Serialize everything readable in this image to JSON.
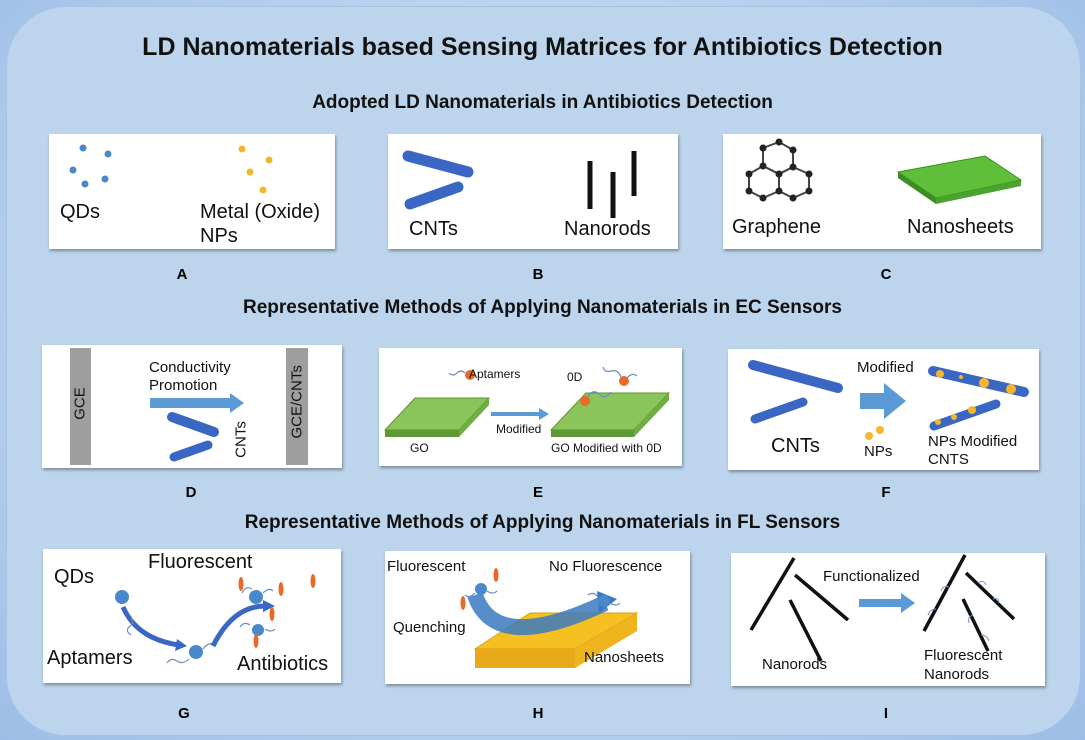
{
  "title": "LD Nanomaterials based Sensing Matrices for Antibiotics Detection",
  "sections": [
    "Adopted LD Nanomaterials in Antibiotics Detection",
    "Representative Methods of Applying Nanomaterials in EC Sensors",
    "Representative Methods of Applying Nanomaterials in FL Sensors"
  ],
  "panels": {
    "A": {
      "letter": "A",
      "label1": "QDs",
      "label2": "Metal (Oxide)",
      "label3": "NPs"
    },
    "B": {
      "letter": "B",
      "label1": "CNTs",
      "label2": "Nanorods"
    },
    "C": {
      "letter": "C",
      "label1": "Graphene",
      "label2": "Nanosheets"
    },
    "D": {
      "letter": "D",
      "electrode1": "GCE",
      "electrode2": "GCE/CNTs",
      "arrow_text1": "Conductivity",
      "arrow_text2": "Promotion",
      "tube_label": "CNTs"
    },
    "E": {
      "letter": "E",
      "aptamers": "Aptamers",
      "zeroD": "0D",
      "arrow": "Modified",
      "left": "GO",
      "right": "GO Modified with 0D"
    },
    "F": {
      "letter": "F",
      "arrow": "Modified",
      "left": "CNTs",
      "nps": "NPs",
      "right1": "NPs Modified",
      "right2": "CNTS"
    },
    "G": {
      "letter": "G",
      "qds": "QDs",
      "fluorescent": "Fluorescent",
      "aptamers": "Aptamers",
      "antibiotics": "Antibiotics"
    },
    "H": {
      "letter": "H",
      "fluorescent": "Fluorescent",
      "no_fluorescence": "No Fluorescence",
      "quenching": "Quenching",
      "nanosheets": "Nanosheets"
    },
    "I": {
      "letter": "I",
      "functionalized": "Functionalized",
      "nanorods": "Nanorods",
      "fluor1": "Fluorescent",
      "fluor2": "Nanorods"
    }
  },
  "colors": {
    "tube": "#3a66c4",
    "np": "#f4b62c",
    "dot_blue": "#4a88cc",
    "go": "#7ab84a",
    "arrow": "#5b9bd5",
    "electrode": "#9e9e9e",
    "sheet": "#f6c022"
  }
}
